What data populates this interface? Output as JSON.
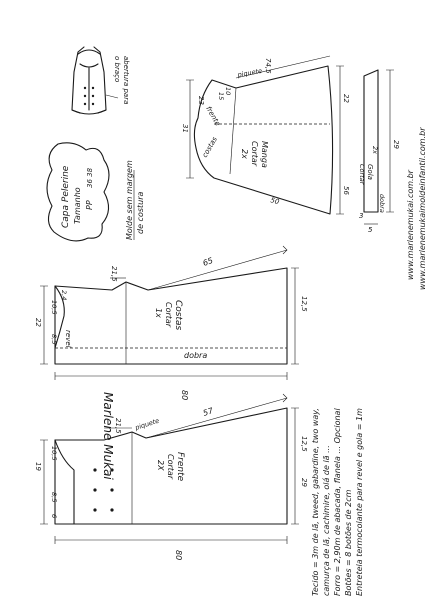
{
  "title": {
    "line1": "Capa Pelerine",
    "line2": "Tamanho",
    "line3": "PP",
    "sizes": "36 38"
  },
  "note": {
    "line1": "Molde sem margem",
    "line2": "de costura"
  },
  "sketch": {
    "label_line1": "abertura para",
    "label_line2": "o braço"
  },
  "website": {
    "line1": "www.marlenemukai.com.br",
    "line2": "www.marlenemukaimoldeinfantil.com.br"
  },
  "signature": "Marlene Mukai",
  "sleeve": {
    "name": "Manga",
    "cut": "Cortar",
    "qty": "2x",
    "front_label": "frente",
    "back_label": "costas",
    "piqueting": "piquete",
    "meas_top": "74,5",
    "meas_side": "50",
    "meas_cap": "31",
    "meas_a": "23",
    "meas_b": "22",
    "meas_c": "15",
    "meas_d": "10",
    "meas_e": "56"
  },
  "collar": {
    "name": "Gola",
    "cut": "Cortar",
    "qty": "2x",
    "fold": "dobra",
    "meas_length": "29",
    "meas_w1": "3",
    "meas_w2": "5"
  },
  "back": {
    "name": "Costas",
    "cut": "Cortar",
    "qty": "1x",
    "fold": "dobra",
    "facing": "revel",
    "meas_width": "80",
    "meas_hem": "65",
    "meas_shoulder": "21,5",
    "meas_side": "12,5",
    "meas_neck": "2,4",
    "meas_neck2": "10,5",
    "meas_chest": "22",
    "meas_small": "8,5"
  },
  "front": {
    "name": "Frente",
    "cut": "Cortar",
    "qty": "2X",
    "piqueting": "piquete",
    "meas_width": "80",
    "meas_hem": "57",
    "meas_shoulder": "21,5",
    "meas_side": "12,5",
    "meas_neck": "19",
    "meas_neck2": "10,5",
    "meas_small": "8,5",
    "meas_end": "6",
    "meas_right": "29"
  },
  "materials": {
    "line1": "Tecido = 3m de lã, tweed, gabardine, two way,",
    "line2": "camurça de lã, cachimire, olá de lã ...",
    "line3": "Forro = 2,90m de abacada, flanela ... Opcional",
    "line4": "Botões = 8 botões de 2cm",
    "line5": "Entretela termocolante para revel e gola = 1m"
  }
}
